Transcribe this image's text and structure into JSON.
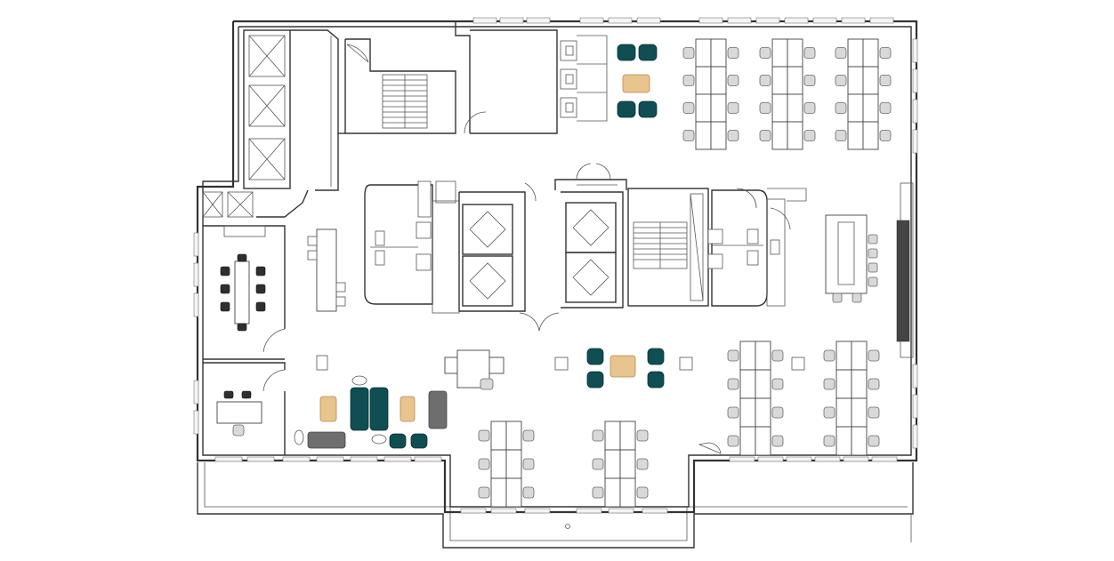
{
  "drawing": {
    "title": "",
    "colors": {
      "wall": "#333333",
      "lounge_seating": "#0f4e52",
      "wood_table": "#e8c48e",
      "task_chair": "#d9d9d9",
      "meeting_chair": "#2f2f2f",
      "rug": "#6e6e6e"
    }
  },
  "rooms": [
    {
      "id": "north-bench-cluster-1",
      "kind": "workstation-bench",
      "seats": 8
    },
    {
      "id": "north-bench-cluster-2",
      "kind": "workstation-bench",
      "seats": 8
    },
    {
      "id": "north-bench-cluster-3",
      "kind": "workstation-bench",
      "seats": 8
    },
    {
      "id": "east-bench-cluster-1",
      "kind": "workstation-bench",
      "seats": 8
    },
    {
      "id": "east-bench-cluster-2",
      "kind": "workstation-bench",
      "seats": 8
    },
    {
      "id": "south-bench-cluster-1",
      "kind": "workstation-bench",
      "seats": 6
    },
    {
      "id": "south-bench-cluster-2",
      "kind": "workstation-bench",
      "seats": 6
    },
    {
      "id": "conference-room",
      "kind": "meeting",
      "seats": 8
    },
    {
      "id": "small-office",
      "kind": "office",
      "seats": 3
    },
    {
      "id": "north-lounge",
      "kind": "lounge",
      "seats": 4
    },
    {
      "id": "central-lounge",
      "kind": "lounge",
      "seats": 4
    },
    {
      "id": "west-lounge",
      "kind": "lounge",
      "seats": 6
    },
    {
      "id": "elevator-core",
      "kind": "vertical-circulation",
      "elevators": 4
    },
    {
      "id": "north-stair",
      "kind": "stair"
    },
    {
      "id": "core-stair",
      "kind": "stair"
    }
  ]
}
